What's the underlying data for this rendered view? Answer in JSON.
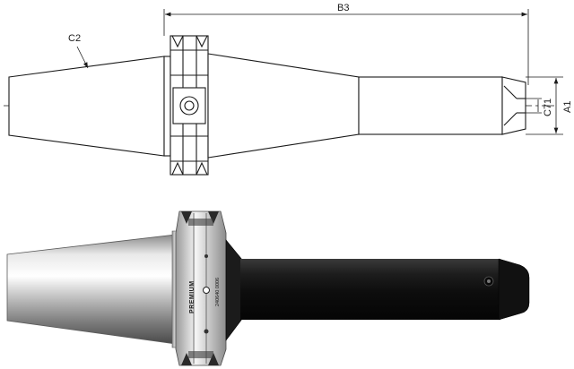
{
  "drawing": {
    "labels": {
      "taper_dim": "C2",
      "length_dim": "B3",
      "bore_dim": "C71",
      "diameter_dim": "A1"
    }
  },
  "photo": {
    "brand_text": "PREMIUM",
    "part_code": "240640 0006"
  },
  "colors": {
    "line": "#1a1a1a",
    "steel_light": "#f2f2f2",
    "steel_mid": "#bdbdbd",
    "steel_dark": "#6e6e6e",
    "shank_black": "#151515"
  }
}
